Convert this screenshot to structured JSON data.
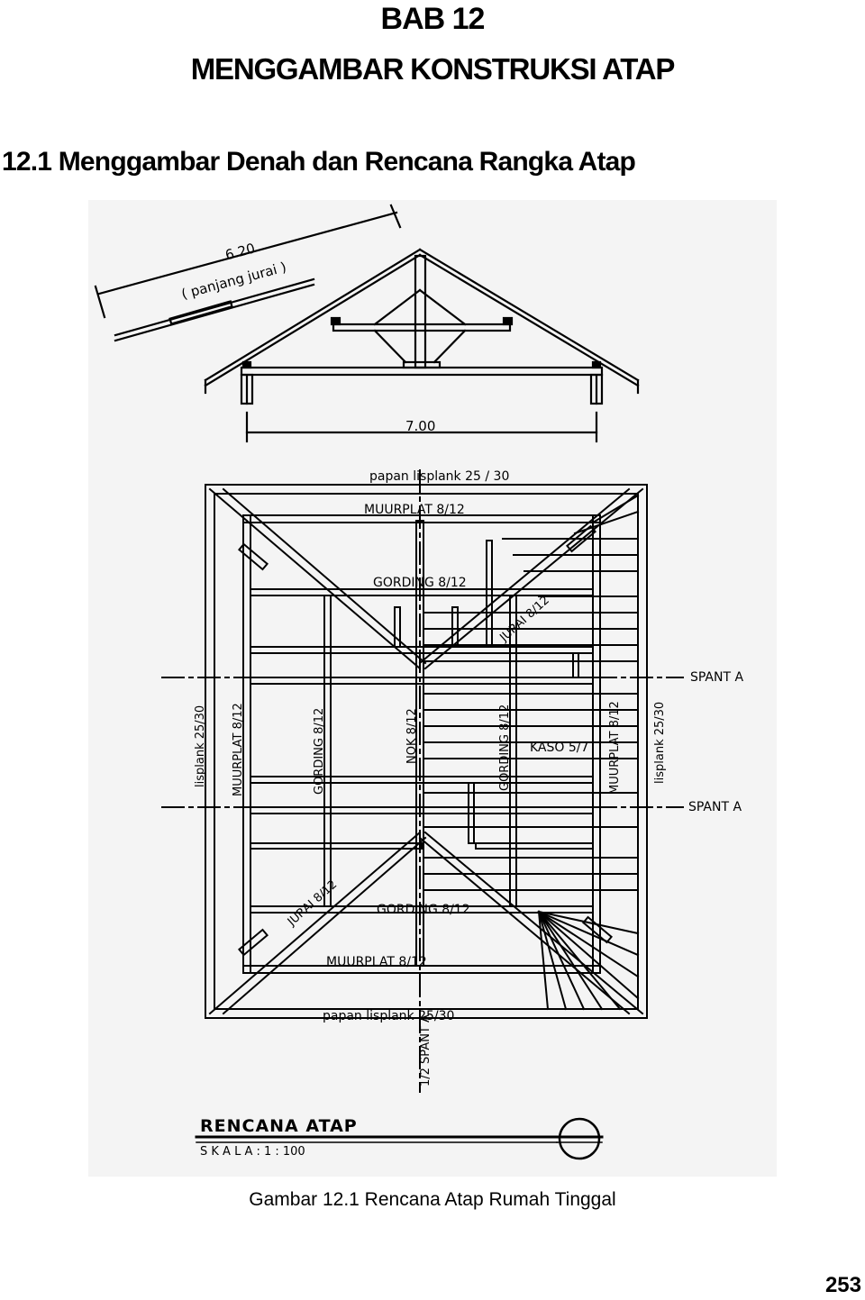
{
  "header": {
    "chapter": "BAB 12",
    "title": "MENGGAMBAR KONSTRUKSI ATAP",
    "section": "12.1 Menggambar Denah dan Rencana Rangka Atap"
  },
  "drawing": {
    "dim_rafter_length": "6.20",
    "dim_rafter_note": "( panjang jurai )",
    "dim_span": "7.00",
    "label_lisplank_top": "papan  lisplank 25 / 30",
    "label_muurplat_top": "MUURPLAT 8/12",
    "label_gording_top": "GORDING 8/12",
    "label_jurai_top": "JURAI 8/12",
    "label_spant_a_1": "SPANT  A",
    "label_spant_a_2": "SPANT  A",
    "label_lisplank_left": "lisplank 25/30",
    "label_muurplat_left": "MUURPLAT 8/12",
    "label_gording_left": "GORDING 8/12",
    "label_nok": "NOK 8/12",
    "label_gording_right": "GORDING 8/12",
    "label_kaso": "KASO 5/7",
    "label_muurplat_right": "MUURPLAT 8/12",
    "label_lisplank_right": "lisplank 25/30",
    "label_jurai_bottom": "JURAI 8/12",
    "label_gording_bottom": "GORDING 8/12",
    "label_muurplat_bottom": "MUURPLAT 8/12",
    "label_lisplank_bottom": "papan lisplank 25/30",
    "label_half_spant": "1/2 SPANT A",
    "plan_title": "RENCANA  ATAP",
    "plan_scale": "S  K  A  L  A  :  1  :  100"
  },
  "caption": "Gambar 12.1 Rencana Atap Rumah Tinggal",
  "page_number": "253"
}
